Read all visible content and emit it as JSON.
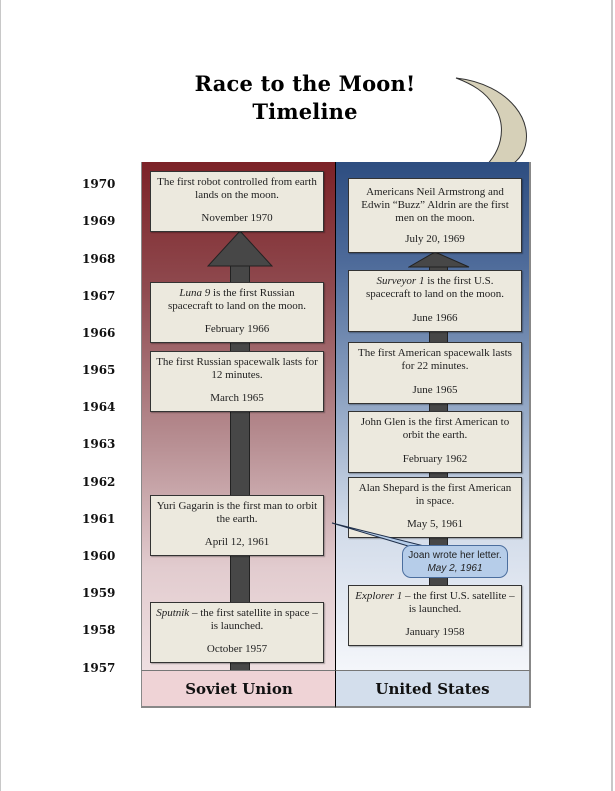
{
  "title": {
    "line1": "Race to the Moon!",
    "line2": "Timeline"
  },
  "years": [
    "1970",
    "1969",
    "1968",
    "1967",
    "1966",
    "1965",
    "1964",
    "1963",
    "1962",
    "1961",
    "1960",
    "1959",
    "1958",
    "1957"
  ],
  "columns": {
    "left_label": "Soviet Union",
    "right_label": "United States"
  },
  "soviet_events": [
    {
      "desc": "The first robot controlled from earth lands on the moon.",
      "date": "November 1970"
    },
    {
      "italic": "Luna 9",
      "desc": " is the first Russian spacecraft to land on the moon.",
      "date": "February 1966"
    },
    {
      "desc": "The first Russian spacewalk lasts for 12 minutes.",
      "date": "March 1965"
    },
    {
      "desc": "Yuri Gagarin is the first man to orbit the earth.",
      "date": "April 12, 1961"
    },
    {
      "italic": "Sputnik",
      "desc": " – the first satellite in space – is launched.",
      "date": "October 1957"
    }
  ],
  "us_events": [
    {
      "desc": "Americans Neil Armstrong and Edwin “Buzz” Aldrin are the first men on the moon.",
      "date": "July 20, 1969"
    },
    {
      "italic": "Surveyor 1",
      "desc": " is the first U.S. spacecraft to land on the moon.",
      "date": "June 1966"
    },
    {
      "desc": "The first American spacewalk lasts for 22 minutes.",
      "date": "June 1965"
    },
    {
      "desc": "John Glen is the first American to orbit the earth.",
      "date": "February 1962"
    },
    {
      "desc": "Alan Shepard is the first American in space.",
      "date": "May 5, 1961"
    },
    {
      "italic": "Explorer 1",
      "desc": " – the first U.S. satellite – is launched.",
      "date": "January 1958"
    }
  ],
  "callout": {
    "text": "Joan wrote her letter.",
    "date": "May 2, 1961"
  },
  "colors": {
    "soviet_top": "#7c2227",
    "us_top": "#2d4d80",
    "soviet_label_bg": "#efd3d6",
    "us_label_bg": "#d3deec",
    "event_box_bg": "#ece9de",
    "arrow": "#474747",
    "moon": "#d6d0b8",
    "callout_bg": "#b6cde9"
  }
}
